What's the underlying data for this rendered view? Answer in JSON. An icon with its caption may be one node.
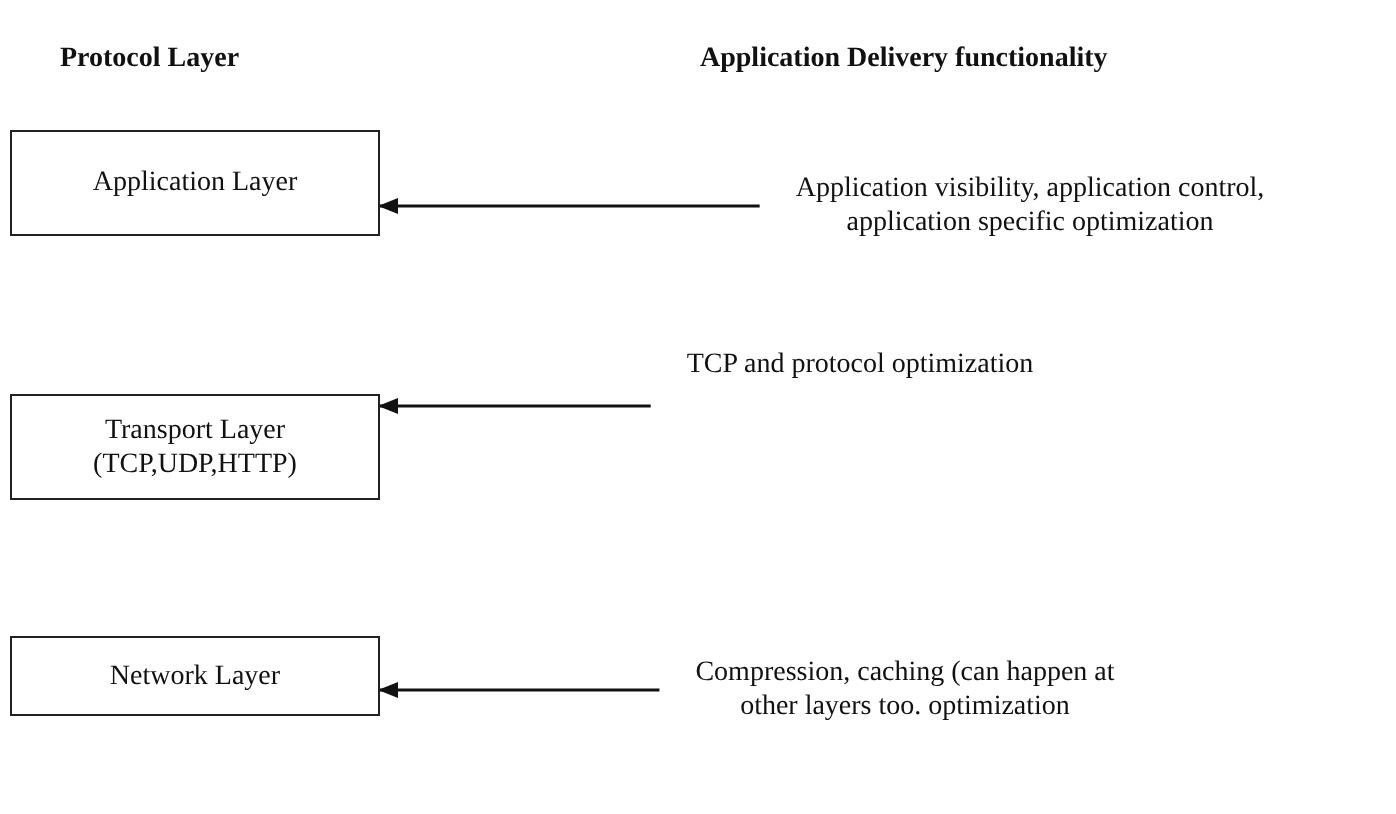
{
  "diagram": {
    "nodes": [
      {
        "text": [
          "Application Layer"
        ]
      },
      {
        "text": [
          "Transport Layer (TCP,UDP,HTTP)"
        ]
      },
      {
        "text": [
          "Network Layer"
        ]
      },
      {
        "text": [
          "Application visibility, application control, application specific optimization"
        ]
      },
      {
        "text": [
          "TCP and protocol optimization"
        ]
      },
      {
        "text": [
          "Compression, caching (can happen at other layers too. optimization"
        ]
      }
    ],
    "edges": [
      {
        "from": 3,
        "to": 0,
        "arrow": "to"
      },
      {
        "from": 4,
        "to": 1,
        "arrow": "to"
      },
      {
        "from": 5,
        "to": 2,
        "arrow": "to"
      }
    ],
    "labels": [
      "Protocol Layer",
      "Application Delivery functionality"
    ]
  }
}
